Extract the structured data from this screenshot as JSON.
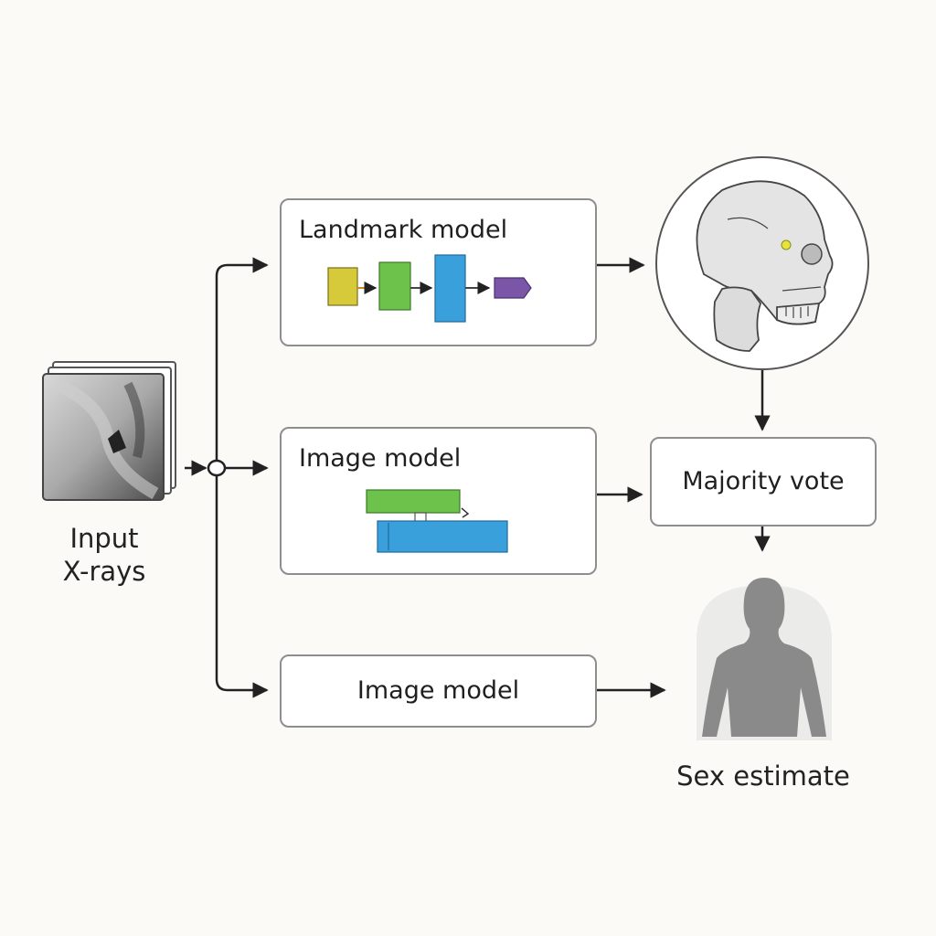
{
  "input": {
    "line1": "Input",
    "line2": "X-rays"
  },
  "landmark_box": {
    "title": "Landmark model"
  },
  "image_box_1": {
    "title": "Image model"
  },
  "image_box_2": {
    "title": "Image model"
  },
  "majority_box": {
    "title": "Majority vote"
  },
  "output": {
    "label": "Sex estimate"
  },
  "colors": {
    "background": "#fcfaf6",
    "box_border": "#8e8e8e",
    "arrow": "#222222",
    "block_yellow": "#d6c93a",
    "block_green": "#6cc24a",
    "block_blue": "#3aa0dc",
    "block_purple": "#7a55a8",
    "silhouette": "#8a8a8a"
  }
}
